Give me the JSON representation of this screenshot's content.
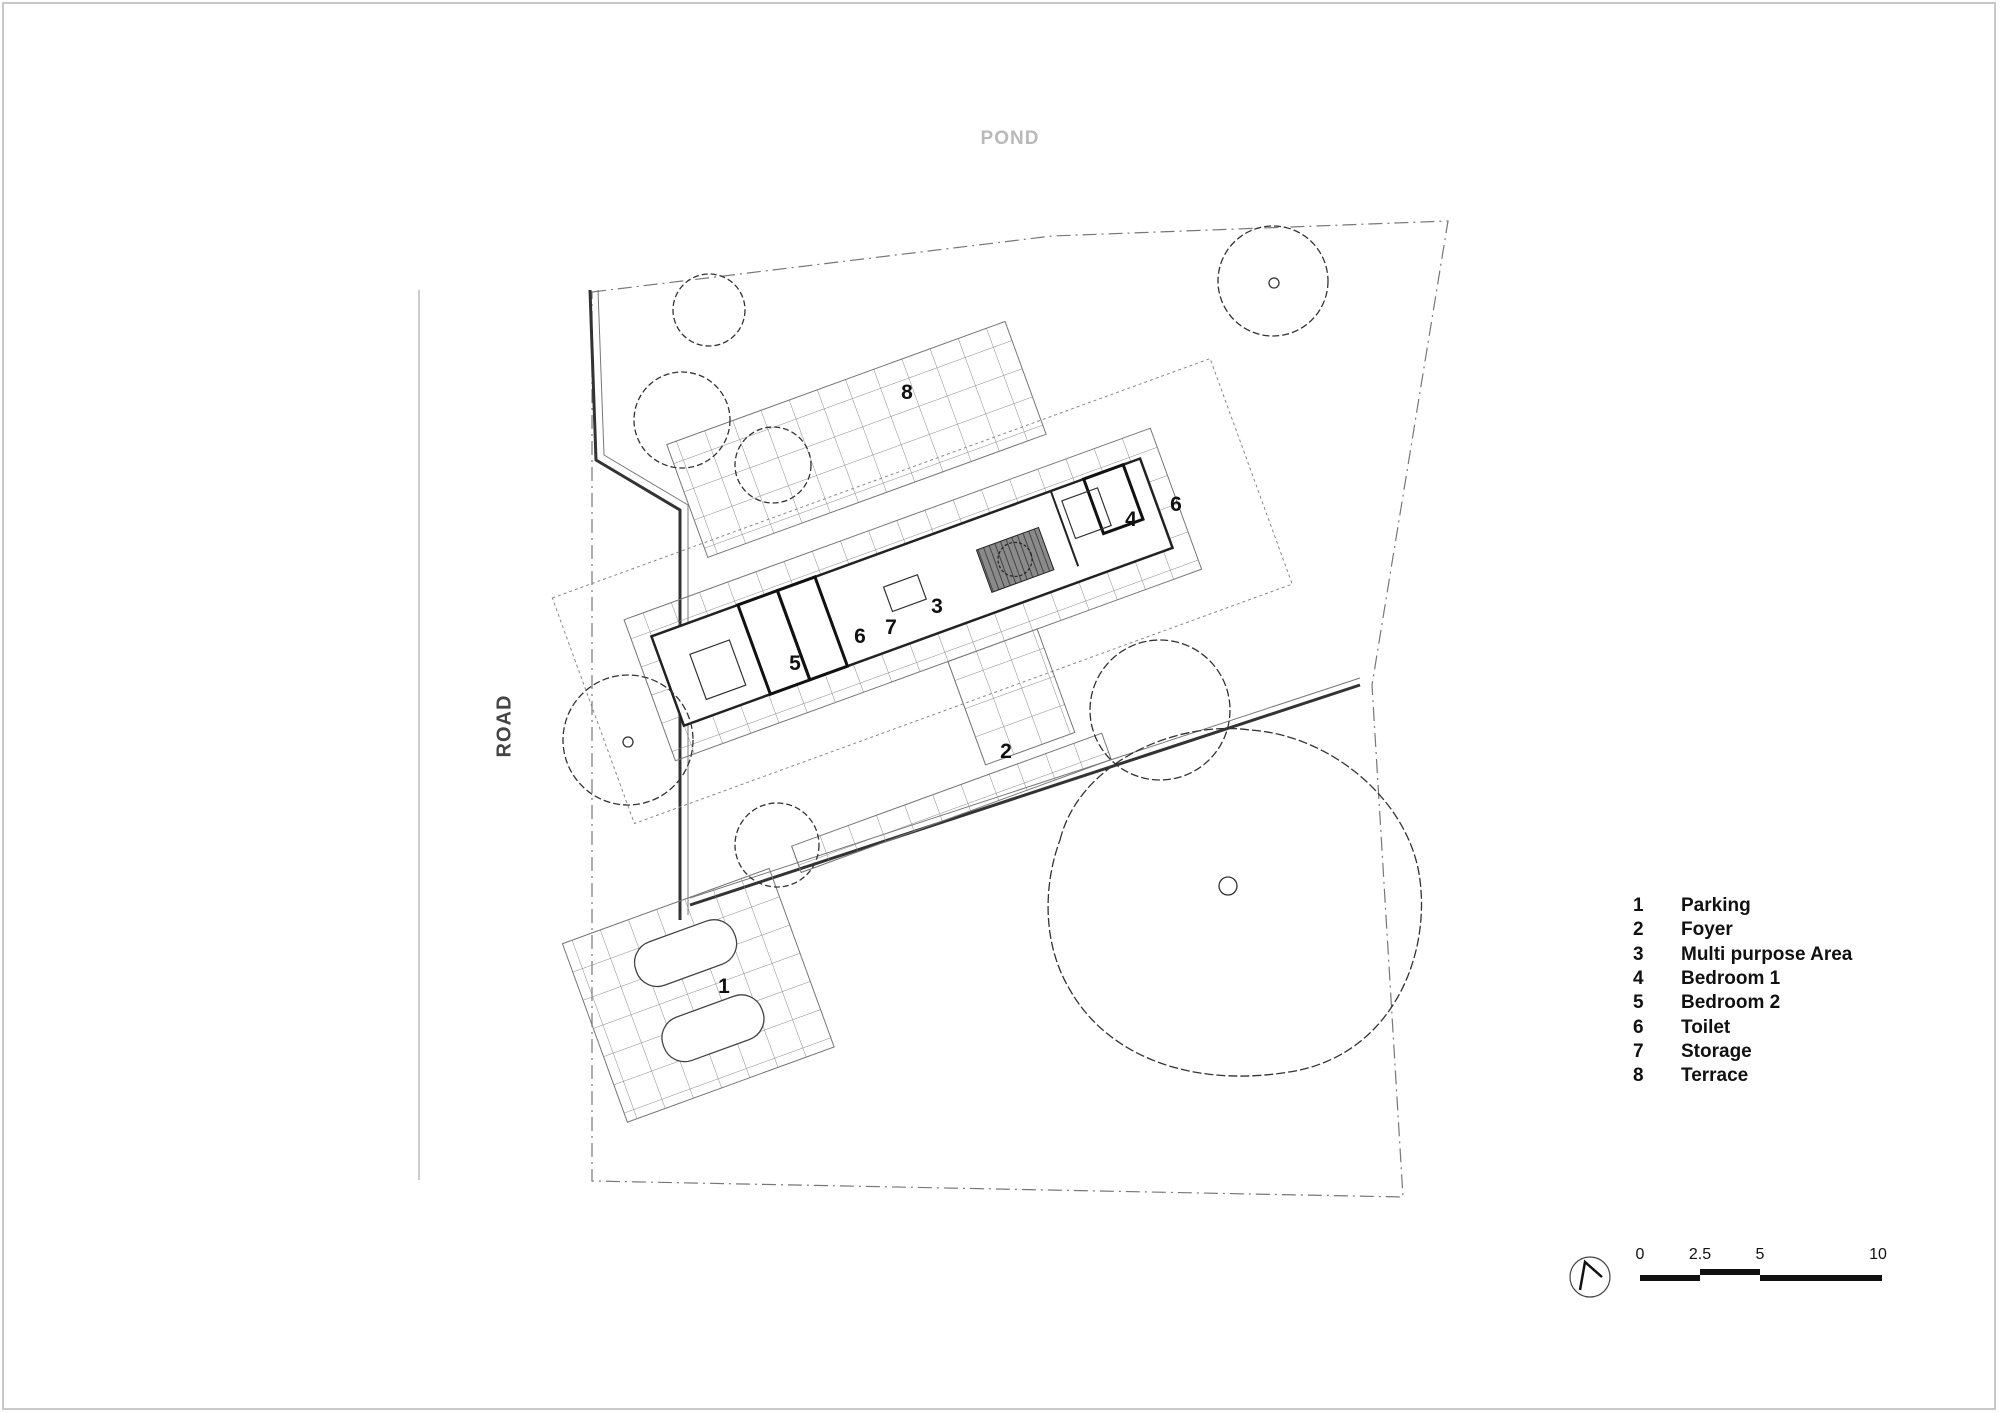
{
  "site": {
    "pond_label": "POND",
    "road_label": "ROAD"
  },
  "rooms": [
    {
      "number": "1",
      "name": "Parking"
    },
    {
      "number": "2",
      "name": "Foyer"
    },
    {
      "number": "3",
      "name": "Multi purpose Area"
    },
    {
      "number": "4",
      "name": "Bedroom 1"
    },
    {
      "number": "5",
      "name": "Bedroom 2"
    },
    {
      "number": "6",
      "name": "Toilet"
    },
    {
      "number": "7",
      "name": "Storage"
    },
    {
      "number": "8",
      "name": "Terrace"
    }
  ],
  "plan_tags": {
    "parking": "1",
    "foyer": "2",
    "multipurpose": "3",
    "bedroom1": "4",
    "toilet_east": "6",
    "bedroom2": "5",
    "toilet_west": "6",
    "storage": "7",
    "terrace": "8"
  },
  "scale_bar": {
    "ticks": [
      "0",
      "2.5",
      "5",
      "10"
    ]
  },
  "colors": {
    "line": "#222222",
    "light_line": "#9a9a9a",
    "hatch": "#555555",
    "pond_text": "#b9b9b9"
  }
}
